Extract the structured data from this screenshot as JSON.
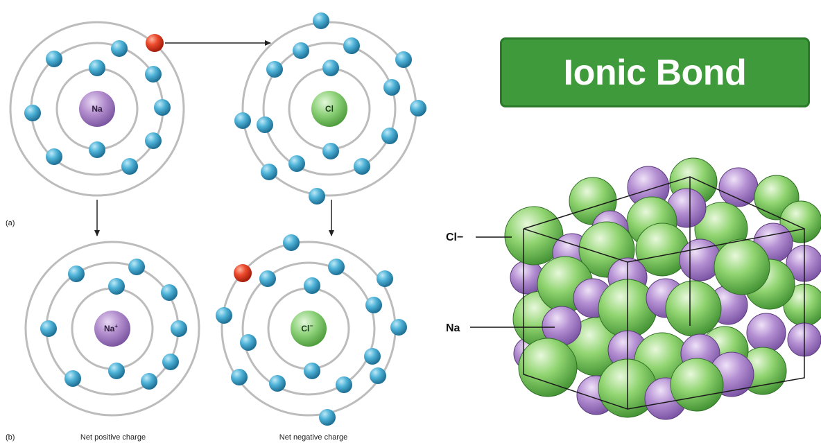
{
  "title": "Ionic Bond",
  "panel_a": {
    "label": "(a)",
    "na_atom": "Na",
    "cl_atom": "Cl"
  },
  "panel_b": {
    "label": "(b)",
    "na_ion": "Na",
    "na_ion_charge": "+",
    "cl_ion": "Cl",
    "cl_ion_charge": "−",
    "na_caption": "Net positive charge",
    "cl_caption": "Net negative charge"
  },
  "lattice": {
    "cl_label": "Cl−",
    "na_label": "Na"
  },
  "colors": {
    "electron": "#3aa0c8",
    "transferred_electron": "#e8442a",
    "sodium": "#a982c4",
    "chlorine": "#7cc86a",
    "title_bg": "#3e9a3a"
  }
}
